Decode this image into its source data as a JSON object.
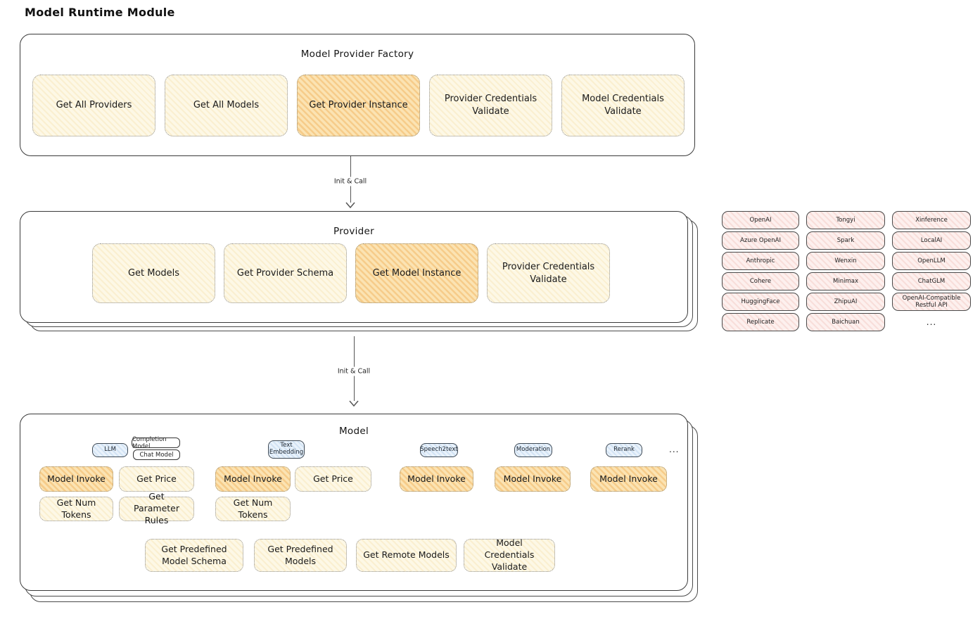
{
  "title": "Model Runtime Module",
  "colors": {
    "node_fill": "#fdf8e6",
    "node_highlight": "#fbe4b6",
    "provider_fill": "#fdf0ee",
    "tag_fill": "#e9f2fb",
    "panel_border": "#3a3a3a"
  },
  "factory": {
    "title": "Model Provider Factory",
    "items": [
      {
        "label": "Get All Providers",
        "highlight": false
      },
      {
        "label": "Get All Models",
        "highlight": false
      },
      {
        "label": "Get Provider Instance",
        "highlight": true
      },
      {
        "label": "Provider Credentials Validate",
        "highlight": false
      },
      {
        "label": "Model Credentials Validate",
        "highlight": false
      }
    ]
  },
  "arrows": {
    "label1": "Init & Call",
    "label2": "Init & Call"
  },
  "provider": {
    "title": "Provider",
    "items": [
      {
        "label": "Get Models",
        "highlight": false
      },
      {
        "label": "Get Provider Schema",
        "highlight": false
      },
      {
        "label": "Get Model Instance",
        "highlight": true
      },
      {
        "label": "Provider Credentials Validate",
        "highlight": false
      }
    ]
  },
  "providers": {
    "col1": [
      "OpenAI",
      "Azure OpenAI",
      "Anthropic",
      "Cohere",
      "HuggingFace",
      "Replicate"
    ],
    "col2": [
      "Tongyi",
      "Spark",
      "Wenxin",
      "Minimax",
      "ZhipuAI",
      "Baichuan"
    ],
    "col3": [
      "Xinference",
      "LocalAI",
      "OpenLLM",
      "ChatGLM",
      "OpenAI-Compatible Restful API"
    ],
    "more": "..."
  },
  "model": {
    "title": "Model",
    "tags": {
      "llm": "LLM",
      "completion": "Completion Model",
      "chat": "Chat Model",
      "embedding": "Text Embedding",
      "speech2text": "Speech2text",
      "moderation": "Moderation",
      "rerank": "Rerank",
      "more": "..."
    },
    "nodes": {
      "model_invoke": "Model Invoke",
      "get_price": "Get Price",
      "get_num_tokens": "Get Num Tokens",
      "get_parameter_rules": "Get Parameter Rules",
      "get_predefined_model_schema": "Get Predefined Model Schema",
      "get_predefined_models": "Get Predefined Models",
      "get_remote_models": "Get Remote Models",
      "model_credentials_validate": "Model Credentials Validate"
    }
  }
}
